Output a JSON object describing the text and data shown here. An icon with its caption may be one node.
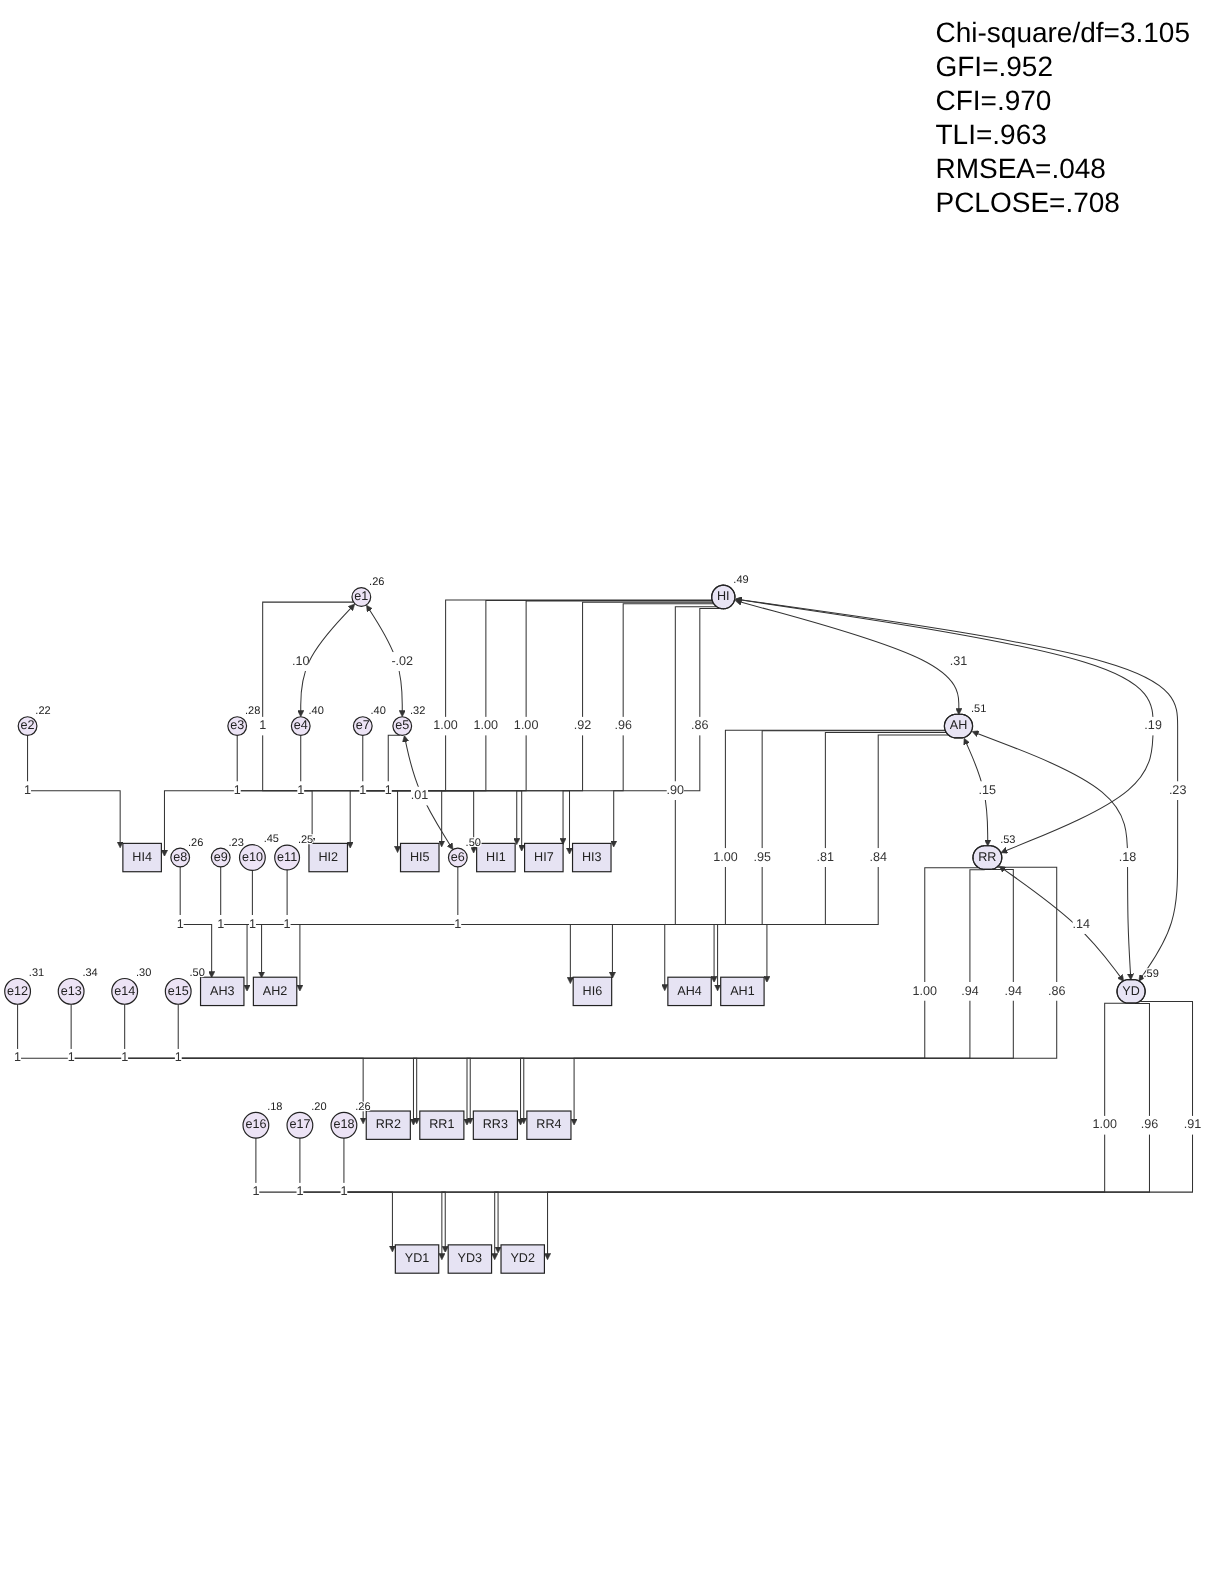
{
  "diagram": {
    "nodes": [
      {
        "text": [
          "e1"
        ],
        "beside": [
          ".26"
        ]
      },
      {
        "text": [
          "e2"
        ],
        "beside": [
          ".22"
        ]
      },
      {
        "text": [
          "e3"
        ],
        "beside": [
          ".28"
        ]
      },
      {
        "text": [
          "e4"
        ],
        "beside": [
          ".40"
        ]
      },
      {
        "text": [
          "e5"
        ],
        "beside": [
          ".32"
        ]
      },
      {
        "text": [
          "e6"
        ],
        "beside": [
          ".50"
        ]
      },
      {
        "text": [
          "e7"
        ],
        "beside": [
          ".40"
        ]
      },
      {
        "text": [
          "e8"
        ],
        "beside": [
          ".26"
        ]
      },
      {
        "text": [
          "e9"
        ],
        "beside": [
          ".23"
        ]
      },
      {
        "text": [
          "e10"
        ],
        "beside": [
          ".45"
        ]
      },
      {
        "text": [
          "e11"
        ],
        "beside": [
          ".25"
        ]
      },
      {
        "text": [
          "e12"
        ],
        "beside": [
          ".31"
        ]
      },
      {
        "text": [
          "e13"
        ],
        "beside": [
          ".34"
        ]
      },
      {
        "text": [
          "e14"
        ],
        "beside": [
          ".30"
        ]
      },
      {
        "text": [
          "e15"
        ],
        "beside": [
          ".50"
        ]
      },
      {
        "text": [
          "e16"
        ],
        "beside": [
          ".18"
        ]
      },
      {
        "text": [
          "e17"
        ],
        "beside": [
          ".20"
        ]
      },
      {
        "text": [
          "e18"
        ],
        "beside": [
          ".26"
        ]
      },
      {
        "text": [
          "HI2"
        ]
      },
      {
        "text": [
          "HI4"
        ]
      },
      {
        "text": [
          "HI5"
        ]
      },
      {
        "text": [
          "HI1"
        ]
      },
      {
        "text": [
          "HI7"
        ]
      },
      {
        "text": [
          "HI6"
        ]
      },
      {
        "text": [
          "HI3"
        ]
      },
      {
        "text": [
          "AH3"
        ]
      },
      {
        "text": [
          "AH2"
        ]
      },
      {
        "text": [
          "AH4"
        ]
      },
      {
        "text": [
          "AH1"
        ]
      },
      {
        "text": [
          "RR2"
        ]
      },
      {
        "text": [
          "RR1"
        ]
      },
      {
        "text": [
          "RR3"
        ]
      },
      {
        "text": [
          "RR4"
        ]
      },
      {
        "text": [
          "YD1"
        ]
      },
      {
        "text": [
          "YD3"
        ]
      },
      {
        "text": [
          "YD2"
        ]
      },
      {
        "text": [
          "HI"
        ],
        "beside": [
          ".49"
        ]
      },
      {
        "text": [
          "AH"
        ],
        "beside": [
          ".51"
        ]
      },
      {
        "text": [
          "RR"
        ],
        "beside": [
          ".53"
        ]
      },
      {
        "text": [
          "YD"
        ],
        "beside": [
          ".59"
        ]
      }
    ],
    "edges": [
      {
        "from": 0,
        "to": 18,
        "arrow": "to",
        "label": "1"
      },
      {
        "from": 1,
        "to": 19,
        "arrow": "to",
        "label": "1"
      },
      {
        "from": 2,
        "to": 20,
        "arrow": "to",
        "label": "1"
      },
      {
        "from": 3,
        "to": 21,
        "arrow": "to",
        "label": "1"
      },
      {
        "from": 4,
        "to": 22,
        "arrow": "to",
        "label": "1"
      },
      {
        "from": 5,
        "to": 23,
        "arrow": "to",
        "label": "1"
      },
      {
        "from": 6,
        "to": 24,
        "arrow": "to",
        "label": "1"
      },
      {
        "from": 7,
        "to": 25,
        "arrow": "to",
        "label": "1"
      },
      {
        "from": 8,
        "to": 26,
        "arrow": "to",
        "label": "1"
      },
      {
        "from": 9,
        "to": 27,
        "arrow": "to",
        "label": "1"
      },
      {
        "from": 10,
        "to": 28,
        "arrow": "to",
        "label": "1"
      },
      {
        "from": 11,
        "to": 29,
        "arrow": "to",
        "label": "1"
      },
      {
        "from": 12,
        "to": 30,
        "arrow": "to",
        "label": "1"
      },
      {
        "from": 13,
        "to": 31,
        "arrow": "to",
        "label": "1"
      },
      {
        "from": 14,
        "to": 32,
        "arrow": "to",
        "label": "1"
      },
      {
        "from": 15,
        "to": 33,
        "arrow": "to",
        "label": "1"
      },
      {
        "from": 16,
        "to": 34,
        "arrow": "to",
        "label": "1"
      },
      {
        "from": 17,
        "to": 35,
        "arrow": "to",
        "label": "1"
      },
      {
        "from": 0,
        "to": 3,
        "arrow": "both",
        "label": ".10"
      },
      {
        "from": 0,
        "to": 4,
        "arrow": "both",
        "label": "-.02"
      },
      {
        "from": 4,
        "to": 5,
        "arrow": "both",
        "label": ".01"
      },
      {
        "from": 36,
        "to": 18,
        "arrow": "to",
        "label": "1.00"
      },
      {
        "from": 36,
        "to": 19,
        "arrow": "to",
        "label": "1.00"
      },
      {
        "from": 36,
        "to": 20,
        "arrow": "to",
        "label": "1.00"
      },
      {
        "from": 36,
        "to": 21,
        "arrow": "to",
        "label": ".92"
      },
      {
        "from": 36,
        "to": 22,
        "arrow": "to",
        "label": ".96"
      },
      {
        "from": 36,
        "to": 23,
        "arrow": "to",
        "label": ".90"
      },
      {
        "from": 36,
        "to": 24,
        "arrow": "to",
        "label": ".86"
      },
      {
        "from": 37,
        "to": 25,
        "arrow": "to",
        "label": "1.00"
      },
      {
        "from": 37,
        "to": 26,
        "arrow": "to",
        "label": ".95"
      },
      {
        "from": 37,
        "to": 27,
        "arrow": "to",
        "label": ".81"
      },
      {
        "from": 37,
        "to": 28,
        "arrow": "to",
        "label": ".84"
      },
      {
        "from": 38,
        "to": 29,
        "arrow": "to",
        "label": "1.00"
      },
      {
        "from": 38,
        "to": 30,
        "arrow": "to",
        "label": ".94"
      },
      {
        "from": 38,
        "to": 31,
        "arrow": "to",
        "label": ".94"
      },
      {
        "from": 38,
        "to": 32,
        "arrow": "to",
        "label": ".86"
      },
      {
        "from": 39,
        "to": 33,
        "arrow": "to",
        "label": "1.00"
      },
      {
        "from": 39,
        "to": 34,
        "arrow": "to",
        "label": ".96"
      },
      {
        "from": 39,
        "to": 35,
        "arrow": "to",
        "label": ".91"
      },
      {
        "from": 36,
        "to": 37,
        "arrow": "both",
        "label": ".31"
      },
      {
        "from": 36,
        "to": 38,
        "arrow": "both",
        "label": ".19"
      },
      {
        "from": 36,
        "to": 39,
        "arrow": "both",
        "label": ".23"
      },
      {
        "from": 37,
        "to": 38,
        "arrow": "both",
        "label": ".15"
      },
      {
        "from": 37,
        "to": 39,
        "arrow": "both",
        "label": ".18"
      },
      {
        "from": 38,
        "to": 39,
        "arrow": "both",
        "label": ".14"
      }
    ],
    "labels": [
      "Chi-square/df=3.105",
      "GFI=.952",
      "CFI=.970",
      "TLI=.963",
      "RMSEA=.048",
      "PCLOSE=.708"
    ]
  }
}
